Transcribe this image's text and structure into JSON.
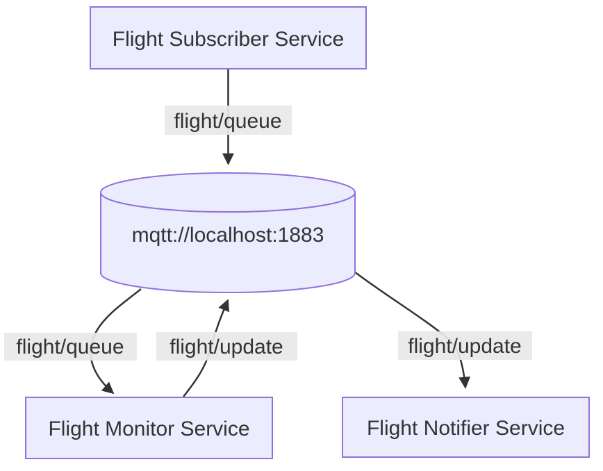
{
  "diagram": {
    "type": "flowchart",
    "background_color": "#ffffff",
    "node_fill_color": "#ECECFF",
    "node_border_color": "#9370DB",
    "edge_color": "#333333",
    "text_color": "#333333",
    "edge_label_background_color": "#e8e8e8",
    "nodes": {
      "subscriber": {
        "label": "Flight Subscriber Service",
        "shape": "rectangle"
      },
      "broker": {
        "label": "mqtt://localhost:1883",
        "shape": "cylinder"
      },
      "monitor": {
        "label": "Flight Monitor Service",
        "shape": "rectangle"
      },
      "notifier": {
        "label": "Flight Notifier Service",
        "shape": "rectangle"
      }
    },
    "edges": [
      {
        "from": "subscriber",
        "to": "broker",
        "label": "flight/queue"
      },
      {
        "from": "broker",
        "to": "monitor",
        "label": "flight/queue"
      },
      {
        "from": "monitor",
        "to": "broker",
        "label": "flight/update"
      },
      {
        "from": "broker",
        "to": "notifier",
        "label": "flight/update"
      }
    ]
  }
}
